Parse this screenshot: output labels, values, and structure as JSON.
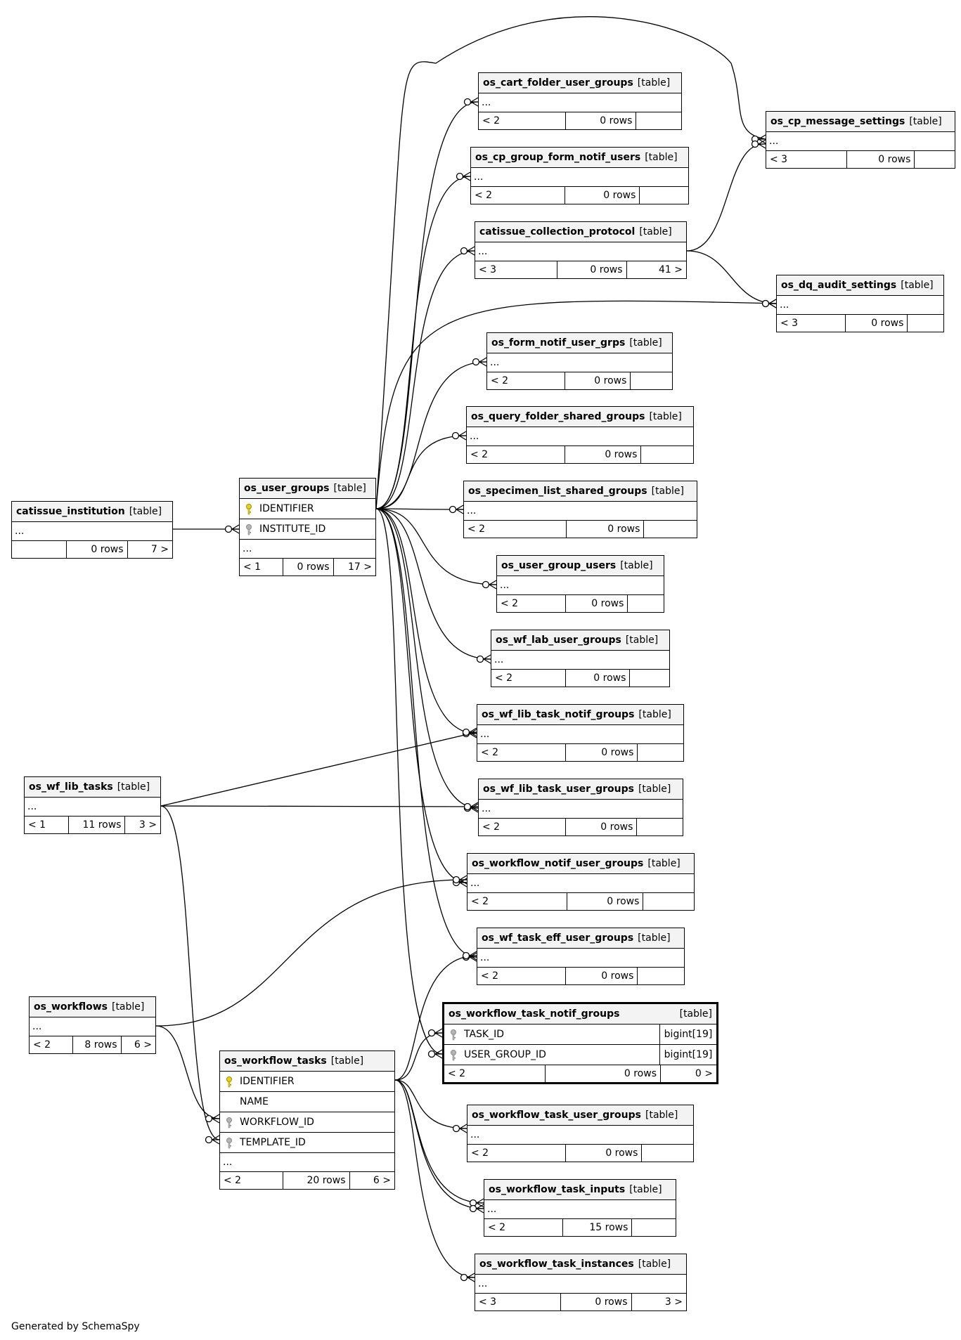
{
  "footer_text": "Generated by SchemaSpy",
  "table_type_label": "[table]",
  "tables": [
    {
      "id": "t_inst",
      "name": "catissue_institution",
      "left": "",
      "rows": "0 rows",
      "right": "7 >"
    },
    {
      "id": "t_ug",
      "name": "os_user_groups",
      "left": "< 1",
      "rows": "0 rows",
      "right": "17 >",
      "columns": [
        {
          "name": "IDENTIFIER",
          "key": "primary-key-icon"
        },
        {
          "name": "INSTITUTE_ID",
          "key": "foreign-key-icon"
        }
      ]
    },
    {
      "id": "t_wlt",
      "name": "os_wf_lib_tasks",
      "left": "< 1",
      "rows": "11 rows",
      "right": "3 >"
    },
    {
      "id": "t_wf",
      "name": "os_workflows",
      "left": "< 2",
      "rows": "8 rows",
      "right": "6 >"
    },
    {
      "id": "t_wt",
      "name": "os_workflow_tasks",
      "left": "< 2",
      "rows": "20 rows",
      "right": "6 >",
      "columns": [
        {
          "name": "IDENTIFIER",
          "key": "primary-key-icon"
        },
        {
          "name": "NAME",
          "key": ""
        },
        {
          "name": "WORKFLOW_ID",
          "key": "foreign-key-icon"
        },
        {
          "name": "TEMPLATE_ID",
          "key": "foreign-key-icon"
        }
      ]
    },
    {
      "id": "t_cfug",
      "name": "os_cart_folder_user_groups",
      "left": "< 2",
      "rows": "0 rows",
      "right": ""
    },
    {
      "id": "t_cgfn",
      "name": "os_cp_group_form_notif_users",
      "left": "< 2",
      "rows": "0 rows",
      "right": ""
    },
    {
      "id": "t_ccp",
      "name": "catissue_collection_protocol",
      "left": "< 3",
      "rows": "0 rows",
      "right": "41 >"
    },
    {
      "id": "t_fnug",
      "name": "os_form_notif_user_grps",
      "left": "< 2",
      "rows": "0 rows",
      "right": ""
    },
    {
      "id": "t_qfsg",
      "name": "os_query_folder_shared_groups",
      "left": "< 2",
      "rows": "0 rows",
      "right": ""
    },
    {
      "id": "t_slsg",
      "name": "os_specimen_list_shared_groups",
      "left": "< 2",
      "rows": "0 rows",
      "right": ""
    },
    {
      "id": "t_ugu",
      "name": "os_user_group_users",
      "left": "< 2",
      "rows": "0 rows",
      "right": ""
    },
    {
      "id": "t_wflug",
      "name": "os_wf_lab_user_groups",
      "left": "< 2",
      "rows": "0 rows",
      "right": ""
    },
    {
      "id": "t_wltng",
      "name": "os_wf_lib_task_notif_groups",
      "left": "< 2",
      "rows": "0 rows",
      "right": ""
    },
    {
      "id": "t_wltug",
      "name": "os_wf_lib_task_user_groups",
      "left": "< 2",
      "rows": "0 rows",
      "right": ""
    },
    {
      "id": "t_wnug",
      "name": "os_workflow_notif_user_groups",
      "left": "< 2",
      "rows": "0 rows",
      "right": ""
    },
    {
      "id": "t_wteug",
      "name": "os_wf_task_eff_user_groups",
      "left": "< 2",
      "rows": "0 rows",
      "right": ""
    },
    {
      "id": "t_wtng",
      "name": "os_workflow_task_notif_groups",
      "left": "< 2",
      "rows": "0 rows",
      "right": "0 >",
      "columns": [
        {
          "name": "TASK_ID",
          "key": "foreign-key-icon",
          "type": "bigint[19]"
        },
        {
          "name": "USER_GROUP_ID",
          "key": "foreign-key-icon",
          "type": "bigint[19]"
        }
      ]
    },
    {
      "id": "t_wtug",
      "name": "os_workflow_task_user_groups",
      "left": "< 2",
      "rows": "0 rows",
      "right": ""
    },
    {
      "id": "t_wti",
      "name": "os_workflow_task_inputs",
      "left": "< 2",
      "rows": "15 rows",
      "right": ""
    },
    {
      "id": "t_wtin",
      "name": "os_workflow_task_instances",
      "left": "< 3",
      "rows": "0 rows",
      "right": "3 >"
    },
    {
      "id": "t_cpms",
      "name": "os_cp_message_settings",
      "left": "< 3",
      "rows": "0 rows",
      "right": ""
    },
    {
      "id": "t_dqas",
      "name": "os_dq_audit_settings",
      "left": "< 3",
      "rows": "0 rows",
      "right": ""
    }
  ],
  "ellipsis": "..."
}
